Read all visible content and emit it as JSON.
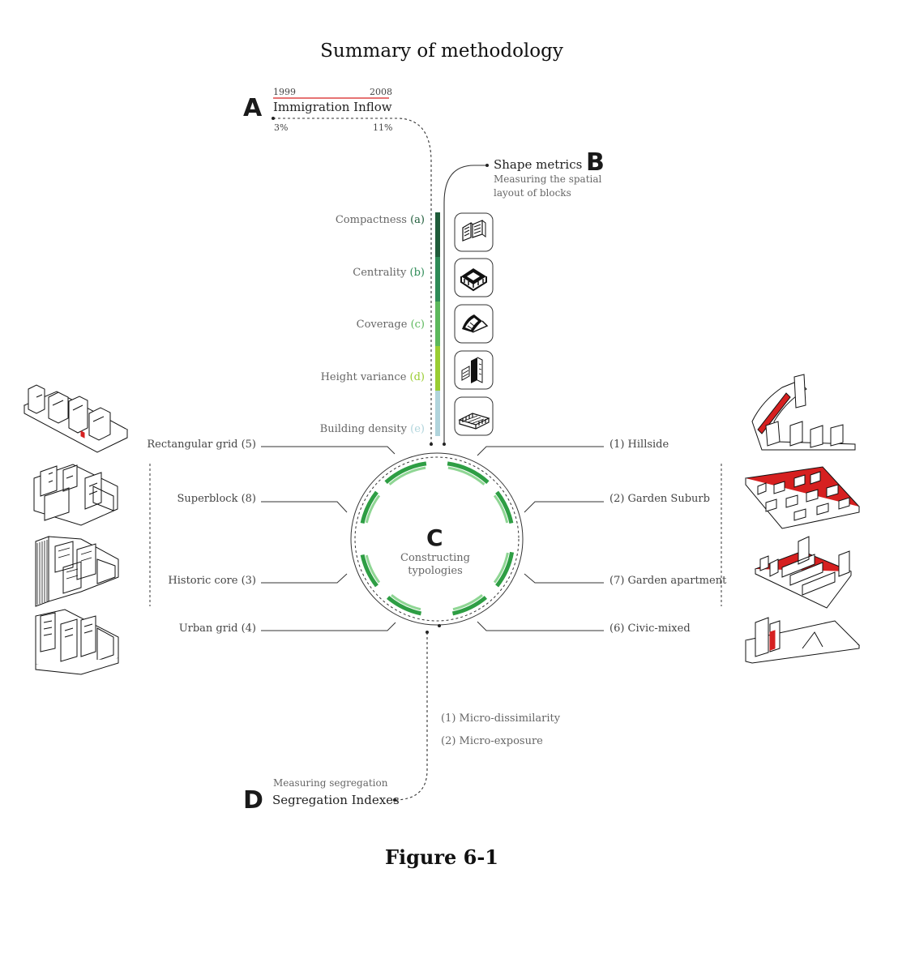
{
  "title": "Summary of methodology",
  "figure_caption": "Figure 6-1",
  "section_a": {
    "letter": "A",
    "title": "Immigration Inflow",
    "year_start": "1999",
    "year_end": "2008",
    "value_start": "3%",
    "value_end": "11%"
  },
  "section_b": {
    "letter": "B",
    "title": "Shape metrics",
    "subtitle_line1": "Measuring the spatial",
    "subtitle_line2": "layout of blocks",
    "metrics": [
      {
        "name": "Compactness",
        "tag": "(a)",
        "color": "#1f5c3a"
      },
      {
        "name": "Centrality",
        "tag": "(b)",
        "color": "#2e8b57"
      },
      {
        "name": "Coverage",
        "tag": "(c)",
        "color": "#5cb85c"
      },
      {
        "name": "Height variance",
        "tag": "(d)",
        "color": "#9acd32"
      },
      {
        "name": "Building density",
        "tag": "(e)",
        "color": "#b0d4dc"
      }
    ]
  },
  "section_c": {
    "letter": "C",
    "line1": "Constructing",
    "line2": "typologies",
    "left_types": [
      {
        "label": "Rectangular grid (5)"
      },
      {
        "label": "Superblock (8)"
      },
      {
        "label": "Historic core (3)"
      },
      {
        "label": "Urban grid (4)"
      }
    ],
    "right_types": [
      {
        "label": "(1) Hillside"
      },
      {
        "label": "(2) Garden Suburb"
      },
      {
        "label": "(7) Garden apartment"
      },
      {
        "label": "(6) Civic-mixed"
      }
    ],
    "ring_color": "#2e9e44",
    "ring_light_color": "#8fd694"
  },
  "section_d": {
    "letter": "D",
    "title": "Segregation Indexes",
    "subtitle": "Measuring segregation",
    "indexes": [
      {
        "label": "(1)  Micro-dissimilarity"
      },
      {
        "label": "(2)  Micro-exposure"
      }
    ]
  },
  "colors": {
    "highlight_red": "#d62020",
    "line": "#333333"
  }
}
